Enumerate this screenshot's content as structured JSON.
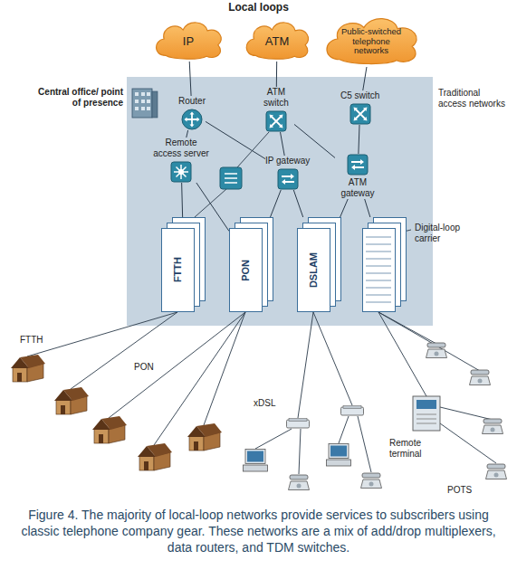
{
  "diagram": {
    "title": "Local loops",
    "caption": "Figure 4. The majority of local-loop networks provide services to subscribers using classic telephone company gear. These networks are a mix of add/drop multiplexers, data routers, and TDM switches.",
    "nodes": [
      {
        "text": [
          "IP"
        ]
      },
      {
        "text": [
          "ATM"
        ]
      },
      {
        "text": [
          "Public-switched telephone networks"
        ]
      },
      {
        "text": [
          "Traditional access networks"
        ]
      },
      {
        "text": [
          "Router"
        ],
        "in": 3
      },
      {
        "text": [
          "ATM switch"
        ],
        "in": 3
      },
      {
        "text": [
          "C5 switch"
        ],
        "in": 3
      },
      {
        "text": [
          "Remote access server"
        ],
        "in": 3
      },
      {
        "text": [
          "IP gateway"
        ],
        "in": 3
      },
      {
        "text": [
          "ATM gateway"
        ],
        "in": 3
      },
      {
        "text": [
          "FTTH"
        ],
        "in": 3
      },
      {
        "text": [
          "PON"
        ],
        "in": 3
      },
      {
        "text": [
          "DSLAM"
        ],
        "in": 3
      },
      {
        "text": [
          "Digital-loop carrier"
        ],
        "in": 3
      }
    ],
    "edges": [
      {
        "from": 0,
        "to": 4,
        "arrow": "none"
      },
      {
        "from": 1,
        "to": 5,
        "arrow": "none"
      },
      {
        "from": 2,
        "to": 6,
        "arrow": "none"
      },
      {
        "from": 4,
        "to": 7,
        "arrow": "none"
      },
      {
        "from": 4,
        "to": 8,
        "arrow": "none"
      },
      {
        "from": 5,
        "to": 8,
        "arrow": "none"
      },
      {
        "from": 5,
        "to": 9,
        "arrow": "none"
      },
      {
        "from": 6,
        "to": 9,
        "arrow": "none"
      },
      {
        "from": 7,
        "to": 10,
        "arrow": "none"
      },
      {
        "from": 7,
        "to": 11,
        "arrow": "none"
      },
      {
        "from": 8,
        "to": 11,
        "arrow": "none"
      },
      {
        "from": 8,
        "to": 12,
        "arrow": "none"
      },
      {
        "from": 9,
        "to": 12,
        "arrow": "none"
      },
      {
        "from": 9,
        "to": 13,
        "arrow": "none"
      }
    ],
    "labels": [
      "Central office/ point of presence",
      "FTTH",
      "PON",
      "xDSL",
      "Remote terminal",
      "POTS"
    ]
  }
}
